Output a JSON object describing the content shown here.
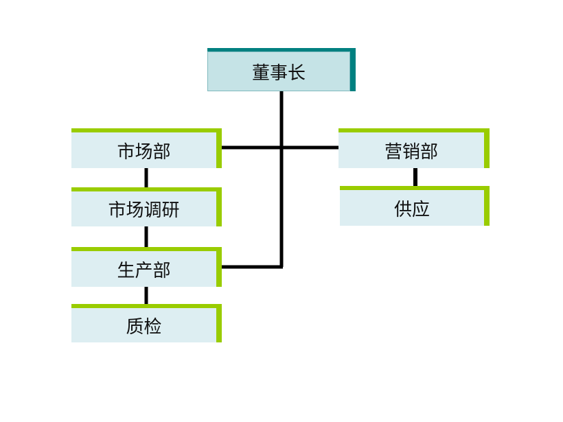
{
  "chart": {
    "root": "董事长",
    "left_column": [
      "市场部",
      "市场调研",
      "生产部",
      "质检"
    ],
    "right_column": [
      "营销部",
      "供应"
    ]
  },
  "colors": {
    "root_fill": "#c5e3e6",
    "root_frame": "#008080",
    "node_fill": "#ddeef2",
    "node_frame": "#99cc00",
    "connector": "#000000"
  }
}
